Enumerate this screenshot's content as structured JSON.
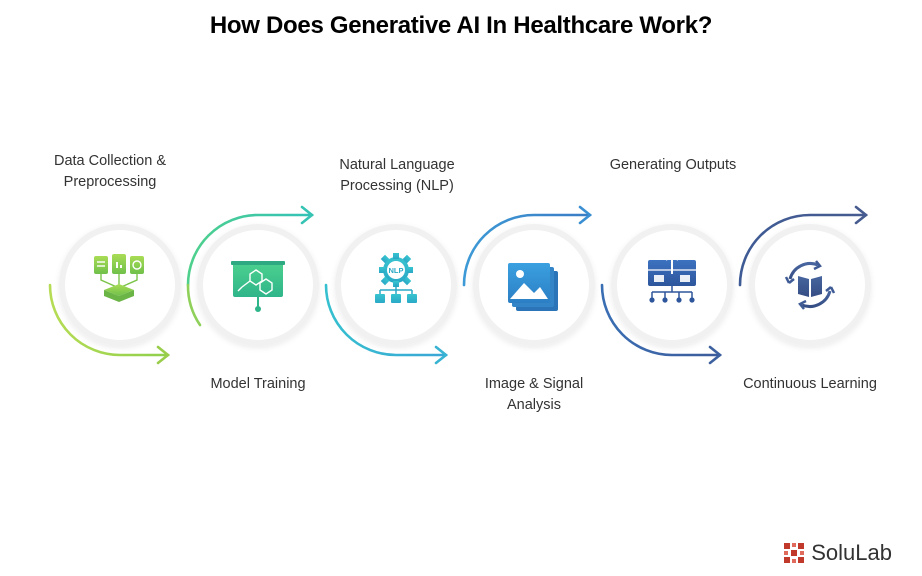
{
  "title": "How Does Generative AI In Healthcare Work?",
  "steps": [
    {
      "label_line1": "Data Collection &",
      "label_line2": "Preprocessing",
      "icon": "data-collection-icon"
    },
    {
      "label_line1": "Model Training",
      "label_line2": "",
      "icon": "model-training-icon"
    },
    {
      "label_line1": "Natural Language",
      "label_line2": "Processing (NLP)",
      "icon": "nlp-icon"
    },
    {
      "label_line1": "Image & Signal",
      "label_line2": "Analysis",
      "icon": "image-analysis-icon"
    },
    {
      "label_line1": "Generating Outputs",
      "label_line2": "",
      "icon": "generating-outputs-icon"
    },
    {
      "label_line1": "Continuous Learning",
      "label_line2": "",
      "icon": "continuous-learning-icon"
    }
  ],
  "nlp_badge": "NLP",
  "brand": {
    "name": "SoluLab"
  },
  "colors": {
    "green": "#9acd4a",
    "teal": "#3ec2c9",
    "blue": "#3a88cf",
    "navy": "#3f5f99",
    "circle_bg": "#ffffff"
  }
}
